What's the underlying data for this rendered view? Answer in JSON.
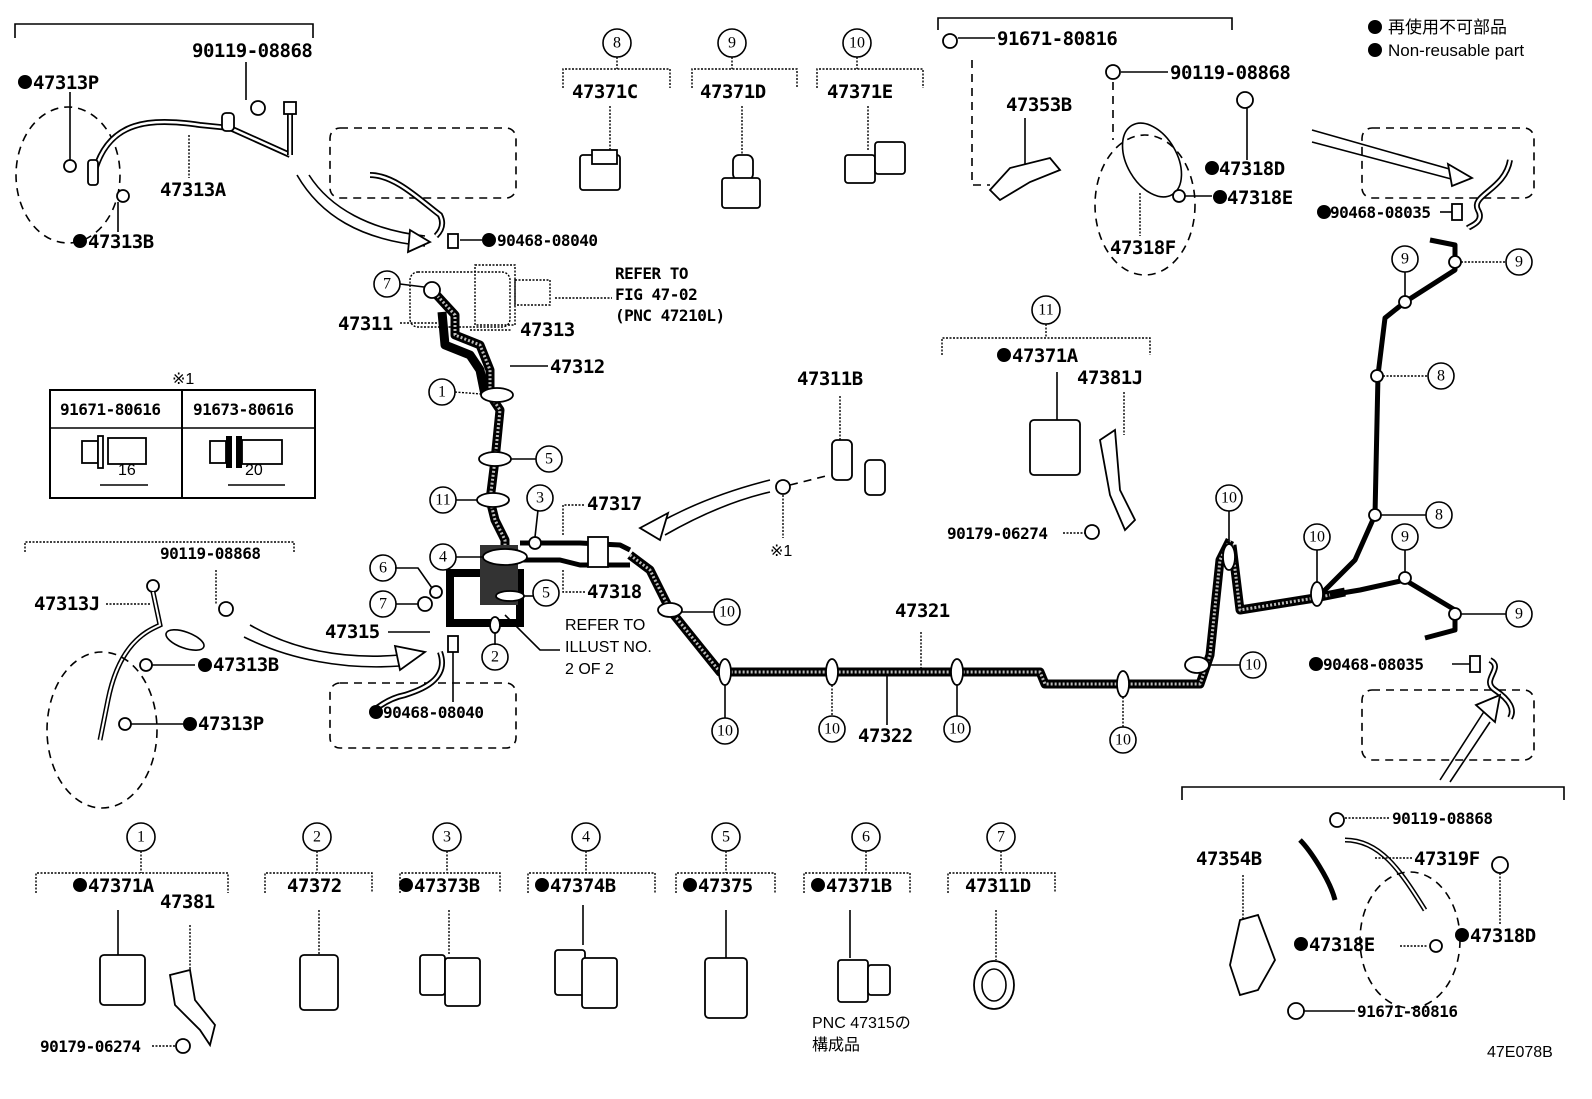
{
  "legend": {
    "jp": "再使用不可部品",
    "en": "Non-reusable part",
    "marker": "filled-dot"
  },
  "figure_code": "47E078B",
  "upper_left_assembly": {
    "parts": [
      "47313P",
      "90119-08868",
      "47313A",
      "47313B"
    ],
    "nonreusable": [
      "47313P",
      "47313B"
    ]
  },
  "top_clips": [
    {
      "ref": "8",
      "part": "47371C"
    },
    {
      "ref": "9",
      "part": "47371D"
    },
    {
      "ref": "10",
      "part": "47371E"
    }
  ],
  "upper_right_assembly": {
    "parts": [
      "91671-80816",
      "90119-08868",
      "47353B",
      "47318D",
      "47318E",
      "47318F"
    ],
    "nonreusable": [
      "47318D",
      "47318E"
    ]
  },
  "clip_90468_08040_top": "90468-08040",
  "refer_fig": [
    "REFER TO",
    "FIG 47-02",
    "(PNC 47210L)"
  ],
  "main_labels": {
    "p47311": "47311",
    "p47313": "47313",
    "p47312": "47312",
    "p47317": "47317",
    "p47318": "47318",
    "p47315": "47315",
    "p47321": "47321",
    "p47322": "47322",
    "p47311B": "47311B",
    "star1": "※1"
  },
  "refer_illust": [
    "REFER TO",
    "ILLUST NO.",
    "2 OF 2"
  ],
  "bolt_table": {
    "title": "※1",
    "columns": [
      {
        "part": "91671-80616",
        "length": "16"
      },
      {
        "part": "91673-80616",
        "length": "20"
      }
    ]
  },
  "mid_left_assembly": {
    "parts": [
      "90119-08868",
      "47313J",
      "47313B",
      "47313P"
    ],
    "nonreusable": [
      "47313B",
      "47313P"
    ]
  },
  "clip_90468_08040_bottom": "90468-08040",
  "group_11": {
    "ref": "11",
    "parts": [
      "47371A",
      "47381J",
      "90179-06274"
    ],
    "nonreusable": [
      "47371A"
    ]
  },
  "right_clips": {
    "part": "90468-08035",
    "refs_upper": [
      "9",
      "9",
      "8",
      "8"
    ],
    "refs_lower": [
      "10",
      "9",
      "9"
    ]
  },
  "line_refs": {
    "left_column": [
      "7",
      "1",
      "5",
      "11",
      "3",
      "4",
      "6",
      "7",
      "5",
      "2"
    ],
    "bottom_run": [
      "10",
      "10",
      "10",
      "10",
      "10",
      "10",
      "10",
      "10"
    ]
  },
  "bottom_right_assembly": {
    "parts": [
      "90119-08868",
      "47354B",
      "47319F",
      "47318E",
      "47318D",
      "91671-80816"
    ],
    "nonreusable": [
      "47318E",
      "47318D"
    ]
  },
  "bottom_clips": [
    {
      "ref": "1",
      "parts": [
        "47371A",
        "47381"
      ],
      "extra": "90179-06274",
      "nonreusable": true
    },
    {
      "ref": "2",
      "parts": [
        "47372"
      ],
      "nonreusable": false
    },
    {
      "ref": "3",
      "parts": [
        "47373B"
      ],
      "nonreusable": true
    },
    {
      "ref": "4",
      "parts": [
        "47374B"
      ],
      "nonreusable": true
    },
    {
      "ref": "5",
      "parts": [
        "47375"
      ],
      "nonreusable": true
    },
    {
      "ref": "6",
      "parts": [
        "47371B"
      ],
      "nonreusable": true,
      "note": [
        "PNC 47315の",
        "構成品"
      ]
    },
    {
      "ref": "7",
      "parts": [
        "47311D"
      ],
      "nonreusable": false
    }
  ]
}
